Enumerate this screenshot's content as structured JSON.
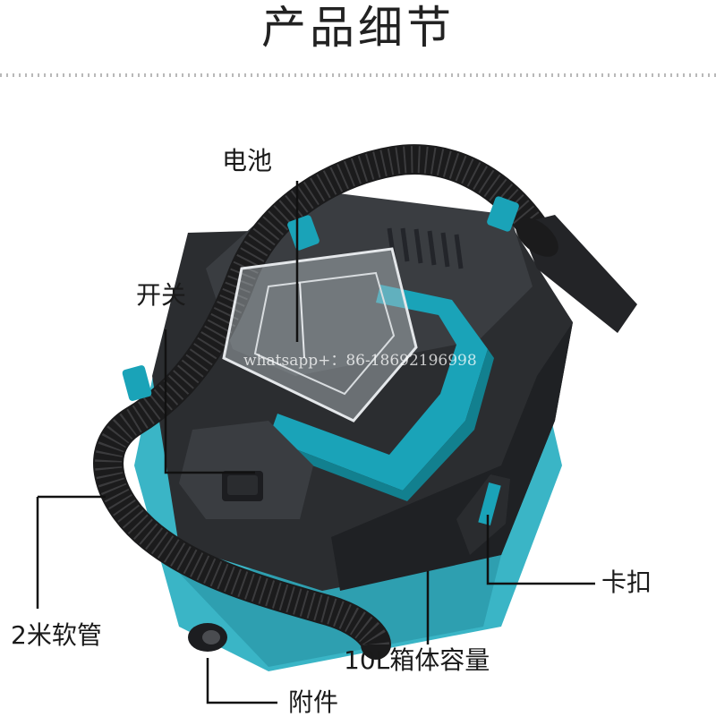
{
  "title": "产品细节",
  "watermark": "whatsapp+：86-18692196998",
  "callouts": {
    "battery": "电池",
    "switch": "开关",
    "hose": "2米软管",
    "latch": "卡扣",
    "capacity": "10L箱体容量",
    "accessory": "附件"
  },
  "colors": {
    "body_dark": "#2b2d30",
    "accent_teal": "#1aa3b8",
    "tank_teal": "#3ab5c6",
    "hose_black": "#1b1b1c"
  }
}
